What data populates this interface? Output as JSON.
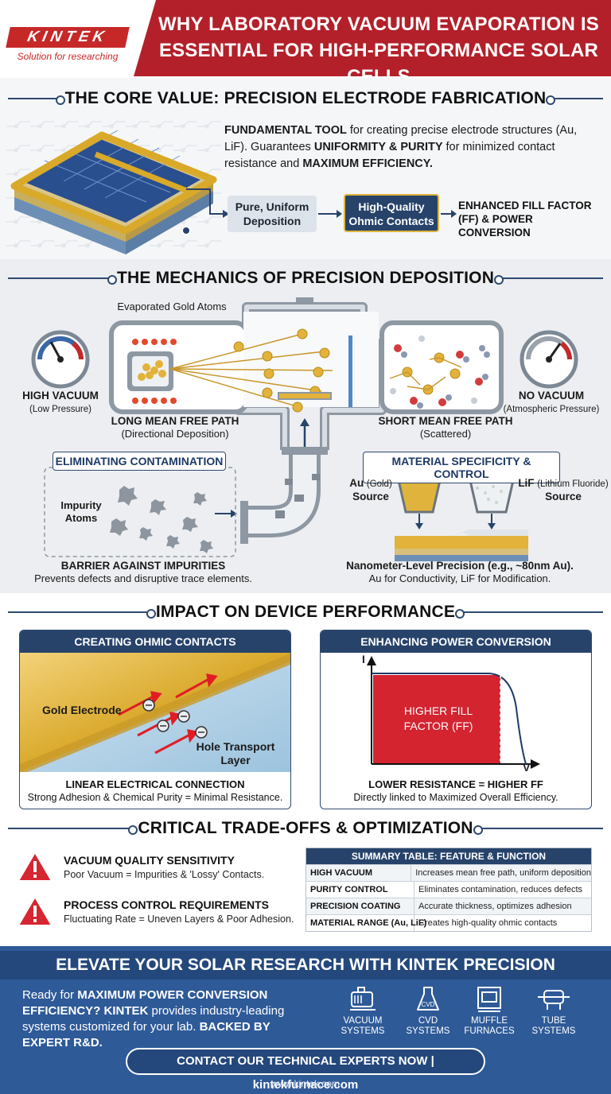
{
  "brand": {
    "logo": "KINTEK",
    "tagline": "Solution for researching"
  },
  "header": {
    "title": "WHY LABORATORY VACUUM EVAPORATION IS ESSENTIAL FOR HIGH-PERFORMANCE SOLAR CELLS"
  },
  "core": {
    "title": "THE CORE VALUE: PRECISION ELECTRODE FABRICATION",
    "p1_bold": "FUNDAMENTAL TOOL",
    "p1_rest": " for creating precise electrode structures (Au, LiF).",
    "p2_a": "Guarantees ",
    "p2_bold1": "UNIFORMITY & PURITY",
    "p2_b": " for minimized contact resistance and ",
    "p2_bold2": "MAXIMUM EFFICIENCY.",
    "flow": [
      "Pure, Uniform Deposition",
      "High-Quality Ohmic Contacts",
      "ENHANCED FILL FACTOR (FF) & POWER CONVERSION"
    ]
  },
  "mechanics": {
    "title": "THE MECHANICS OF PRECISION DEPOSITION",
    "gold_atoms": "Evaporated Gold Atoms",
    "high_vacuum": "HIGH VACUUM",
    "high_vacuum_sub": "(Low Pressure)",
    "no_vacuum": "NO VACUUM",
    "no_vacuum_sub": "(Atmospheric Pressure)",
    "long_path": "LONG MEAN FREE PATH",
    "long_path_sub": "(Directional Deposition)",
    "short_path": "SHORT MEAN FREE PATH",
    "short_path_sub": "(Scattered)",
    "contam_title": "ELIMINATING CONTAMINATION",
    "impurity": "Impurity Atoms",
    "barrier": "BARRIER AGAINST IMPURITIES",
    "barrier_sub": "Prevents defects and disruptive trace elements.",
    "material_title": "MATERIAL SPECIFICITY & CONTROL",
    "au_source_b": "Au",
    "au_source": "(Gold)",
    "lif_source_b": "LiF",
    "lif_source": "(Lithium Fluoride)",
    "source": "Source",
    "precision": "Nanometer-Level Precision (e.g., ~80nm Au).",
    "precision_sub": "Au for Conductivity, LiF for Modification."
  },
  "impact": {
    "title": "IMPACT ON DEVICE PERFORMANCE",
    "ohmic_title": "CREATING OHMIC CONTACTS",
    "gold_electrode": "Gold Electrode",
    "htl": "Hole Transport Layer",
    "ohmic_foot": "LINEAR ELECTRICAL CONNECTION",
    "ohmic_foot_sub": "Strong Adhesion & Chemical Purity = Minimal Resistance.",
    "power_title": "ENHANCING POWER CONVERSION",
    "axis_i": "I",
    "axis_v": "V",
    "fill_factor": "HIGHER FILL FACTOR (FF)",
    "power_foot": "LOWER RESISTANCE = HIGHER FF",
    "power_foot_sub": "Directly linked to Maximized Overall Efficiency."
  },
  "tradeoffs": {
    "title": "CRITICAL TRADE-OFFS & OPTIMIZATION",
    "warnings": [
      {
        "title": "VACUUM QUALITY SENSITIVITY",
        "desc": "Poor Vacuum = Impurities & 'Lossy' Contacts."
      },
      {
        "title": "PROCESS CONTROL REQUIREMENTS",
        "desc": "Fluctuating Rate = Uneven Layers & Poor Adhesion."
      }
    ],
    "table_title": "SUMMARY TABLE: FEATURE & FUNCTION",
    "rows": [
      {
        "feature": "HIGH VACUUM",
        "function": "Increases mean free path, uniform deposition"
      },
      {
        "feature": "PURITY CONTROL",
        "function": "Eliminates contamination, reduces defects"
      },
      {
        "feature": "PRECISION COATING",
        "function": "Accurate thickness, optimizes adhesion"
      },
      {
        "feature": "MATERIAL RANGE (Au, LiF)",
        "function": "Creates high-quality ohmic contacts"
      }
    ]
  },
  "footer": {
    "title": "ELEVATE YOUR SOLAR RESEARCH WITH KINTEK PRECISION",
    "l1_a": "Ready for ",
    "l1_bold": "MAXIMUM POWER CONVERSION EFFICIENCY?",
    "l2_bold": "KINTEK",
    "l2_rest": " provides industry-leading systems customized for your lab. ",
    "l3_bold": "BACKED BY EXPERT R&D.",
    "products": [
      "VACUUM SYSTEMS",
      "CVD SYSTEMS",
      "MUFFLE FURNACES",
      "TUBE SYSTEMS"
    ],
    "product_icons": [
      "vacuum-pump-icon",
      "cvd-flask-icon",
      "muffle-furnace-icon",
      "tube-furnace-icon"
    ],
    "cta": "CONTACT OUR TECHNICAL EXPERTS NOW  |  kintekfurnace.com",
    "site": "www.kintek.com"
  },
  "colors": {
    "brand_red": "#b3202a",
    "navy": "#27436a",
    "gold": "#d9a92a",
    "footer_blue": "#2e5a98"
  }
}
